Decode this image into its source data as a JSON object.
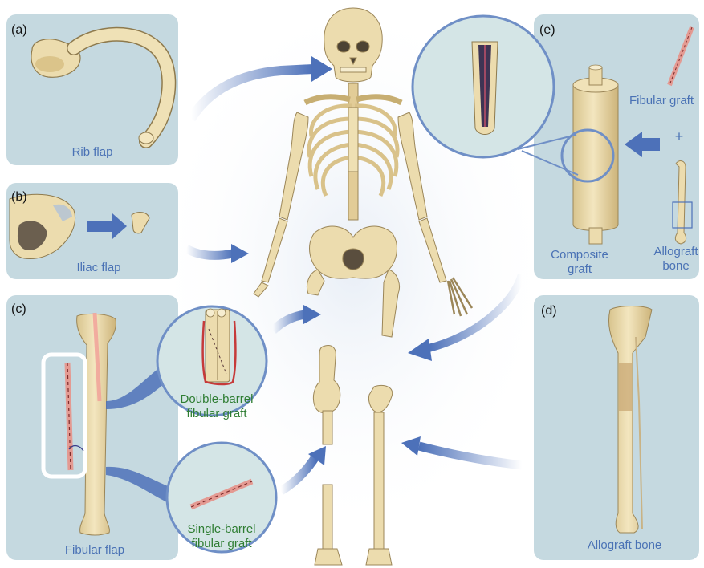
{
  "panels": {
    "a": {
      "letter": "(a)",
      "caption": "Rib flap"
    },
    "b": {
      "letter": "(b)",
      "caption": "Iliac flap"
    },
    "c": {
      "letter": "(c)",
      "caption": "Fibular flap"
    },
    "d": {
      "letter": "(d)",
      "caption": "Allograft bone"
    },
    "e": {
      "letter": "(e)",
      "caption_line1": "Composite",
      "caption_line2": "graft",
      "fibular_label": "Fibular graft",
      "plus": "+",
      "allograft_line1": "Allograft",
      "allograft_line2": "bone"
    }
  },
  "grafts": {
    "double_line1": "Double-barrel",
    "double_line2": "fibular graft",
    "single_line1": "Single-barrel",
    "single_line2": "fibular graft"
  },
  "colors": {
    "panel_bg": "#c5d9e0",
    "caption_blue": "#4a72b5",
    "graft_green": "#2e7d32",
    "arrow_blue": "#4d71b9",
    "bone": "#ecdcae",
    "bone_shade": "#d2b97e"
  }
}
